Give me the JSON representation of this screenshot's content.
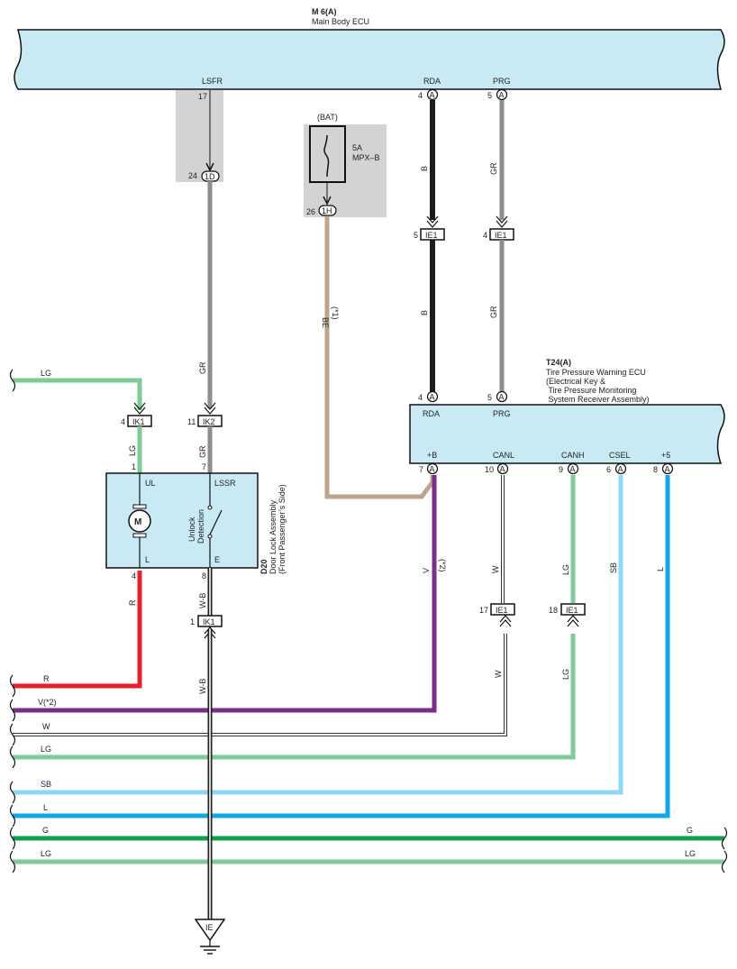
{
  "colors": {
    "ecu_fill": "#c9eaf5",
    "ecu_stroke": "#111111",
    "splice_bg": "#d3d3d6",
    "wire_B": "#1c1c1c",
    "wire_GR": "#8d8d92",
    "wire_BE": "#bca58c",
    "wire_LG": "#7ecb98",
    "wire_R": "#e8202a",
    "wire_V": "#7a2d8c",
    "wire_W": "#ffffff",
    "wire_SB": "#8fd6f6",
    "wire_L": "#12a7e6",
    "wire_G": "#0fa04b"
  },
  "main_ecu": {
    "code": "M 6(A)",
    "name": "Main Body ECU",
    "pins": {
      "lsfr": {
        "name": "LSFR",
        "num": "17"
      },
      "rda": {
        "name": "RDA",
        "num": "4",
        "circle": "A"
      },
      "prg": {
        "name": "PRG",
        "num": "5",
        "circle": "A"
      }
    }
  },
  "fuse": {
    "source": "(BAT)",
    "rating": "5A",
    "name": "MPX–B",
    "out_num": "26",
    "out_code": "1H"
  },
  "junction_1d": {
    "num": "24",
    "code": "1D"
  },
  "ie1_b": {
    "num": "5",
    "code": "IE1",
    "wire_upper": "B",
    "wire_lower": "B"
  },
  "ie1_gr": {
    "num": "4",
    "code": "IE1",
    "wire_upper": "GR",
    "wire_lower": "GR"
  },
  "be_wire": {
    "color": "BE",
    "note": "(*1)"
  },
  "lsfr_wire": {
    "color": "GR"
  },
  "tpw_ecu": {
    "code": "T24(A)",
    "name_lines": [
      "Tire Pressure Warning ECU",
      "(Electrical Key &",
      " Tire Pressure Monitoring",
      " System Receiver Assembly)"
    ],
    "top_pins": [
      {
        "name": "RDA",
        "num": "4",
        "circle": "A"
      },
      {
        "name": "PRG",
        "num": "5",
        "circle": "A"
      }
    ],
    "bottom_pins": [
      {
        "name": "+B",
        "num": "7",
        "circle": "A"
      },
      {
        "name": "CANL",
        "num": "10",
        "circle": "A"
      },
      {
        "name": "CANH",
        "num": "9",
        "circle": "A"
      },
      {
        "name": "CSEL",
        "num": "6",
        "circle": "A"
      },
      {
        "name": "+5",
        "num": "8",
        "circle": "A"
      }
    ]
  },
  "ik1_top": {
    "num": "4",
    "code": "IK1"
  },
  "ik2": {
    "num": "11",
    "code": "IK2"
  },
  "ik1_bottom": {
    "num": "1",
    "code": "IK1"
  },
  "ie1_w": {
    "num": "17",
    "code": "IE1"
  },
  "ie1_lg": {
    "num": "18",
    "code": "IE1"
  },
  "door_lock": {
    "code": "D20",
    "name": "Door Lock Assembly",
    "side": "(Front Passenger’s Side)",
    "pin_ul": "UL",
    "pin_ul_num": "1",
    "pin_lssr": "LSSR",
    "pin_lssr_num": "7",
    "pin_l": "L",
    "pin_l_num": "4",
    "pin_e": "E",
    "pin_e_num": "8",
    "motor": "M",
    "switch_label_1": "Unlock",
    "switch_label_2": "Detection"
  },
  "wire_labels": {
    "lg_in": "LG",
    "lg_ul": "LG",
    "gr_lssr": "GR",
    "r_l": "R",
    "wb_e": "W-B",
    "wb_lower": "W-B",
    "v_plus_b": "V",
    "v_note": "(*2)",
    "w_canl": "W",
    "w_canl_lower": "W",
    "lg_canh": "LG",
    "lg_canh_lower": "LG",
    "sb_csel": "SB",
    "l_plus5": "L"
  },
  "left_edge_labels": {
    "r": "R",
    "v": "V(*2)",
    "w": "W",
    "lg": "LG",
    "sb": "SB",
    "l": "L",
    "g": "G",
    "lg2": "LG"
  },
  "right_edge_labels": {
    "g": "G",
    "lg": "LG"
  },
  "ground": {
    "code": "IE"
  }
}
